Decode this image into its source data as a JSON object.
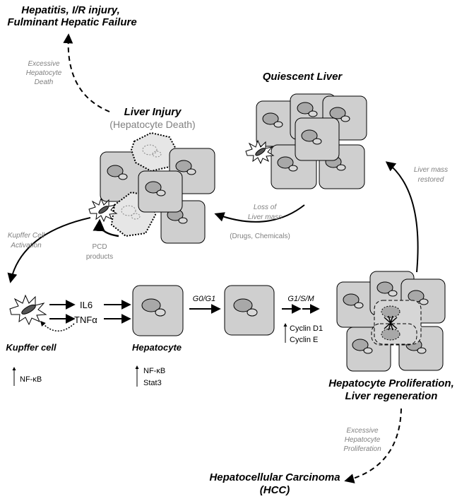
{
  "titles": {
    "hepatitis_line1": "Hepatitis, I/R injury,",
    "hepatitis_line2": "Fulminant Hepatic Failure",
    "quiescent": "Quiescent Liver",
    "liver_injury": "Liver Injury",
    "hepatocyte_death": "(Hepatocyte Death)",
    "kupffer_cell": "Kupffer cell",
    "hepatocyte": "Hepatocyte",
    "proliferation_line1": "Hepatocyte Proliferation,",
    "proliferation_line2": "Liver regeneration",
    "hcc_line1": "Hepatocellular Carcinoma",
    "hcc_line2": "(HCC)"
  },
  "annotations": {
    "excessive_death": [
      "Excessive",
      "Hepatocyte",
      "Death"
    ],
    "loss_of_mass": [
      "Loss of",
      "Liver mass"
    ],
    "drugs": "(Drugs, Chemicals)",
    "liver_mass_restored": [
      "Liver mass",
      "restored"
    ],
    "kupffer_activation": [
      "Kupffer Cell",
      "Activation"
    ],
    "pcd_products": [
      "PCD",
      "products"
    ],
    "excessive_proliferation": [
      "Excessive",
      "Hepatocyte",
      "Proliferation"
    ]
  },
  "signals": {
    "il6": "IL6",
    "tnf": "TNFα",
    "g0g1": "G0/G1",
    "g1sm": "G1/S/M",
    "cyclin_d1": "Cyclin D1",
    "cyclin_e": "Cyclin E",
    "nfkb_kupffer": "NF-κB",
    "nfkb_hep": "NF-κB",
    "stat3": "Stat3"
  },
  "colors": {
    "cell_fill": "#cfcfcf",
    "nucleus_fill": "#a8a8a8",
    "dead_cell_fill": "#e6e6e6",
    "gray_text": "#808080"
  }
}
